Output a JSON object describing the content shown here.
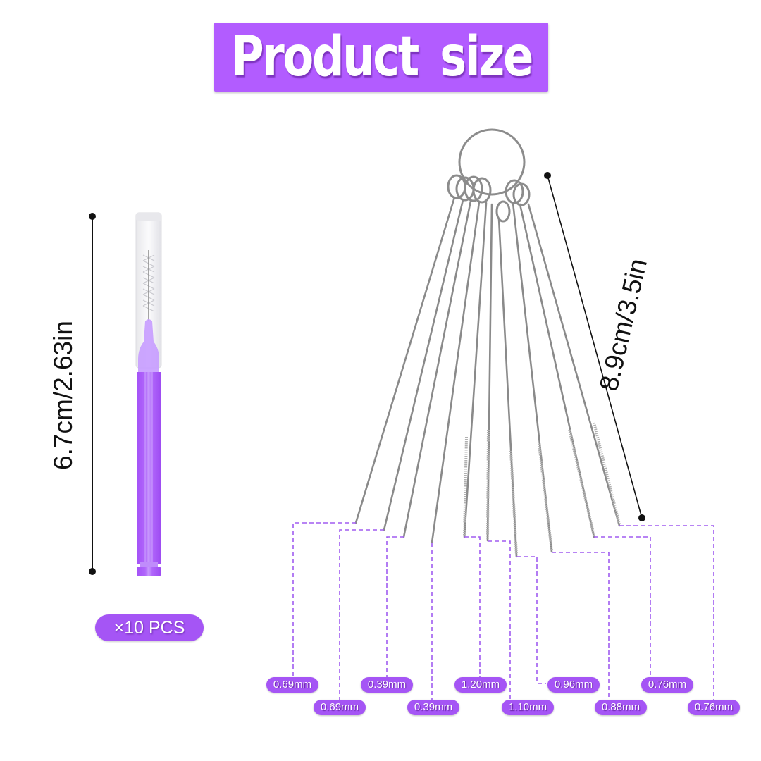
{
  "title": "Product size",
  "brush": {
    "length_label": "6.7cm/2.63in",
    "quantity_label": "×10 PCS",
    "color": "#a555f5"
  },
  "needles": {
    "length_label": "8.9cm/3.5in",
    "sizes": [
      {
        "label": "0.69mm",
        "row": "top"
      },
      {
        "label": "0.69mm",
        "row": "bottom"
      },
      {
        "label": "0.39mm",
        "row": "top"
      },
      {
        "label": "0.39mm",
        "row": "bottom"
      },
      {
        "label": "1.20mm",
        "row": "top"
      },
      {
        "label": "1.10mm",
        "row": "bottom"
      },
      {
        "label": "0.96mm",
        "row": "top"
      },
      {
        "label": "0.88mm",
        "row": "bottom"
      },
      {
        "label": "0.76mm",
        "row": "top"
      },
      {
        "label": "0.76mm",
        "row": "bottom"
      }
    ]
  },
  "colors": {
    "accent": "#b25cff",
    "pill": "#a555f5",
    "dashed_leader": "#a05cf0"
  }
}
